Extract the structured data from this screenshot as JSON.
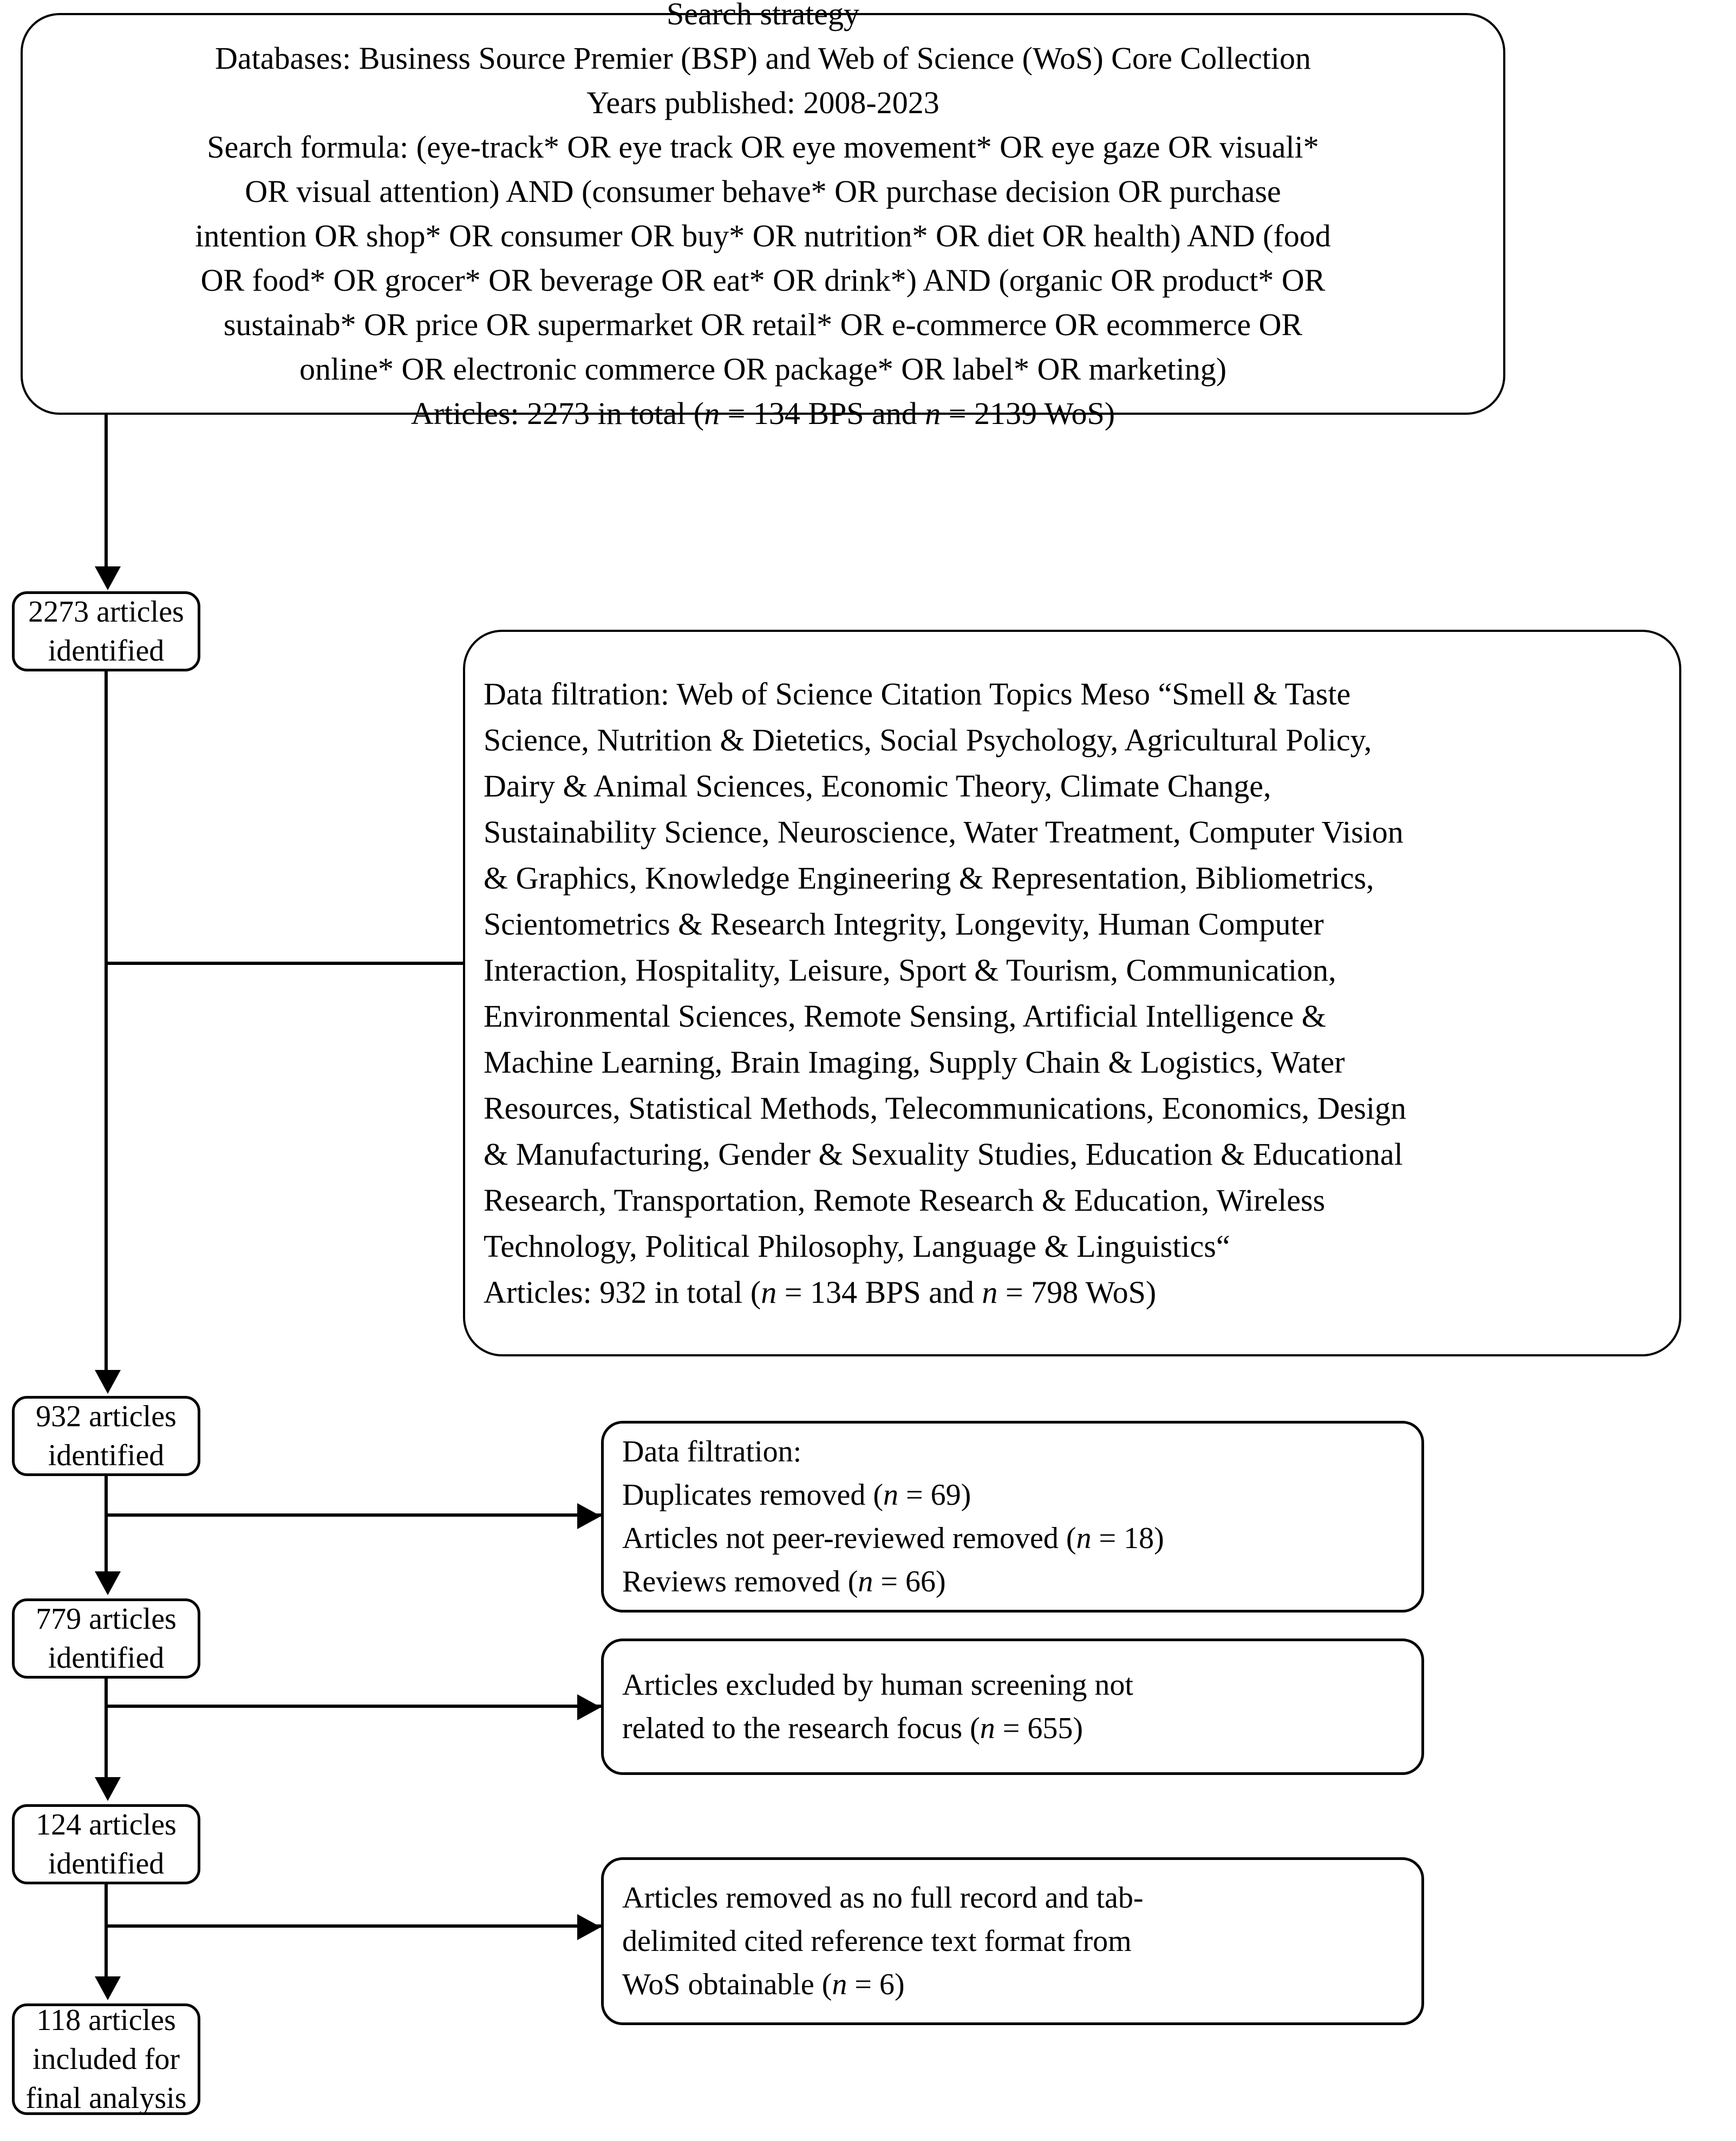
{
  "figure": {
    "type": "prisma-flow-diagram",
    "title": "Literature search and screening flow"
  },
  "nodes": {
    "search_strategy": {
      "lines": [
        "Search strategy",
        "Databases: Business Source Premier (BSP) and Web of Science (WoS) Core Collection",
        "Years published: 2008-2023",
        "Search formula: (eye-track* OR eye track OR eye movement* OR eye gaze OR visuali*",
        "OR visual attention) AND (consumer behave* OR purchase decision OR purchase",
        "intention OR shop* OR consumer OR buy* OR nutrition* OR diet OR health) AND (food",
        "OR food* OR grocer* OR beverage OR eat* OR drink*) AND (organic OR product* OR",
        "sustainab* OR price OR supermarket OR retail* OR e-commerce OR ecommerce OR",
        "online* OR electronic commerce OR package* OR label* OR marketing)",
        "Articles: 2273 in total (n = 134 BPS and n = 2139 WoS)"
      ]
    },
    "identified_2273": {
      "label": "2273 articles identified"
    },
    "filtration_meso": {
      "lines": [
        "Data filtration: Web of Science Citation Topics Meso “Smell & Taste",
        "Science, Nutrition & Dietetics, Social Psychology, Agricultural Policy,",
        "Dairy & Animal Sciences, Economic Theory, Climate Change,",
        "Sustainability Science, Neuroscience, Water Treatment, Computer Vision",
        "& Graphics, Knowledge Engineering & Representation, Bibliometrics,",
        "Scientometrics & Research Integrity, Longevity, Human Computer",
        "Interaction, Hospitality, Leisure, Sport & Tourism, Communication,",
        "Environmental Sciences, Remote Sensing, Artificial Intelligence &",
        "Machine Learning, Brain Imaging, Supply Chain & Logistics, Water",
        "Resources, Statistical Methods, Telecommunications, Economics, Design",
        "& Manufacturing, Gender & Sexuality Studies, Education & Educational",
        "Research, Transportation, Remote Research & Education, Wireless",
        "Technology, Political Philosophy, Language & Linguistics“",
        "Articles: 932 in total (n = 134 BPS and n = 798 WoS)"
      ]
    },
    "identified_932": {
      "label": "932 articles identified"
    },
    "filtration_dupes": {
      "lines": [
        "Data filtration:",
        "Duplicates removed (n = 69)",
        "Articles not peer-reviewed removed (n = 18)",
        "Reviews removed (n = 66)"
      ]
    },
    "identified_779": {
      "label": "779 articles identified"
    },
    "excluded_human": {
      "lines": [
        "Articles excluded by human screening not",
        "related to the research focus (n = 655)"
      ]
    },
    "identified_124": {
      "label": "124 articles identified"
    },
    "excluded_norecord": {
      "lines": [
        "Articles removed as no full record and tab-",
        "delimited cited reference text format from",
        "WoS obtainable (n = 6)"
      ]
    },
    "included_118": {
      "label": "118 articles included for\nfinal analysis"
    }
  },
  "chart_data": {
    "type": "flow",
    "title": "Literature search and screening flow",
    "stages": [
      {
        "stage": "Search strategy",
        "articles": 2273,
        "bsp": 134,
        "wos": 2139
      },
      {
        "stage": "2273 articles identified",
        "articles": 2273
      },
      {
        "stage": "Citation Topics Meso filter",
        "articles": 932,
        "bsp": 134,
        "wos": 798
      },
      {
        "stage": "932 articles identified",
        "articles": 932
      },
      {
        "stage": "779 articles identified",
        "articles": 779
      },
      {
        "stage": "124 articles identified",
        "articles": 124
      },
      {
        "stage": "118 articles included for final analysis",
        "articles": 118
      }
    ],
    "exclusions": [
      {
        "reason": "Duplicates removed",
        "n": 69
      },
      {
        "reason": "Articles not peer-reviewed removed",
        "n": 18
      },
      {
        "reason": "Reviews removed",
        "n": 66
      },
      {
        "reason": "Articles excluded by human screening not related to the research focus",
        "n": 655
      },
      {
        "reason": "Articles removed as no full record and tab-delimited cited reference text format from WoS obtainable",
        "n": 6
      }
    ],
    "years_published": "2008-2023",
    "databases": [
      "Business Source Premier (BSP)",
      "Web of Science (WoS) Core Collection"
    ]
  },
  "colors": {
    "stroke": "#000000",
    "background": "#ffffff",
    "text": "#000000"
  }
}
